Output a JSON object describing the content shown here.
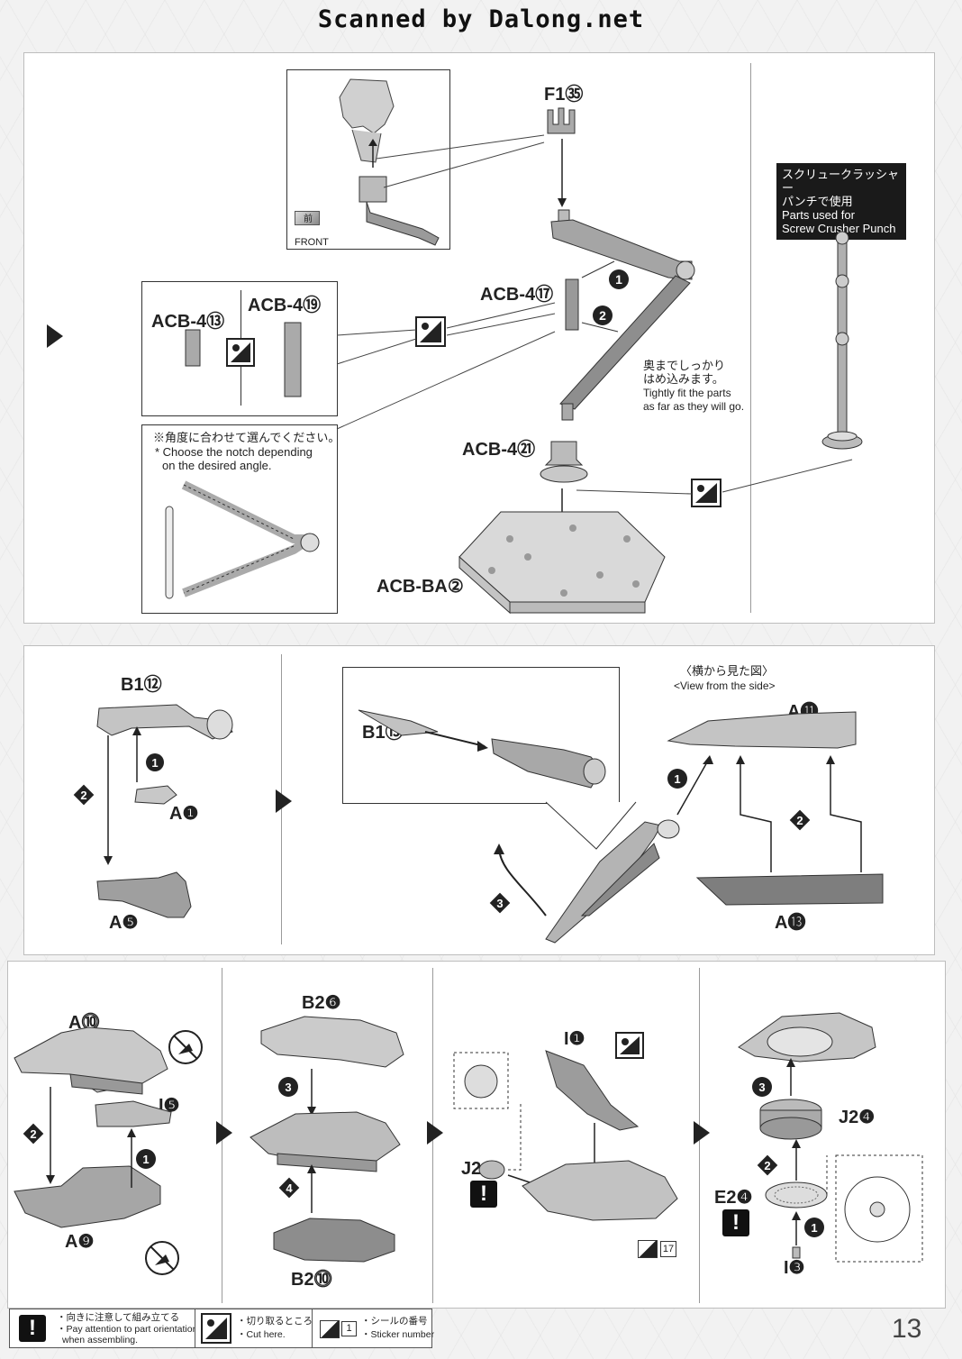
{
  "header": {
    "watermark": "Scanned by Dalong.net"
  },
  "page_number": "13",
  "step1": {
    "part_f1": "F1㉟",
    "front_jp": "前",
    "front_en": "FRONT",
    "acb4_17": "ACB-4⑰",
    "acb4_13": "ACB-4⑬",
    "acb4_19": "ACB-4⑲",
    "acb4_21": "ACB-4㉑",
    "acb_ba2": "ACB-BA②",
    "fit_jp_1": "奥までしっかり",
    "fit_jp_2": "はめ込みます。",
    "fit_en_1": "Tightly fit the parts",
    "fit_en_2": "as far as they will go.",
    "notch_jp": "※角度に合わせて選んでください。",
    "notch_en_1": "* Choose the notch depending",
    "notch_en_2": "on the desired angle.",
    "screw_jp_1": "スクリュークラッシャー",
    "screw_jp_2": "パンチで使用",
    "screw_en_1": "Parts used for",
    "screw_en_2": "Screw Crusher Punch",
    "step_1": "1",
    "step_2": "2"
  },
  "step2": {
    "b1_12": "B1⑫",
    "a1": "A❶",
    "a5": "A❺",
    "b1_13": "B1⑬",
    "view_jp": "〈横から見た図〉",
    "view_en": "<View from the side>",
    "a11": "A⓫",
    "a13": "A⓭",
    "s1": "1",
    "s2": "2",
    "s3": "3"
  },
  "step3": {
    "a10": "A⓾",
    "i5": "I❺",
    "a9": "A❾",
    "b2_6": "B2❻",
    "b2_10": "B2⓾",
    "i1": "I❶",
    "j2_1": "J2❶",
    "sticker_17": "17",
    "j2_4": "J2❹",
    "e2_4": "E2❹",
    "i3": "I❸",
    "s1": "1",
    "s2": "2",
    "s3": "3",
    "s4": "4"
  },
  "legend": {
    "attention_jp": "・向きに注意して組み立てる",
    "attention_en_1": "・Pay attention to part orientation",
    "attention_en_2": "when assembling.",
    "cut_jp": "・切り取るところ",
    "cut_en": "・Cut here.",
    "sticker_box": "1",
    "sticker_jp": "・シールの番号",
    "sticker_en": "・Sticker number"
  }
}
